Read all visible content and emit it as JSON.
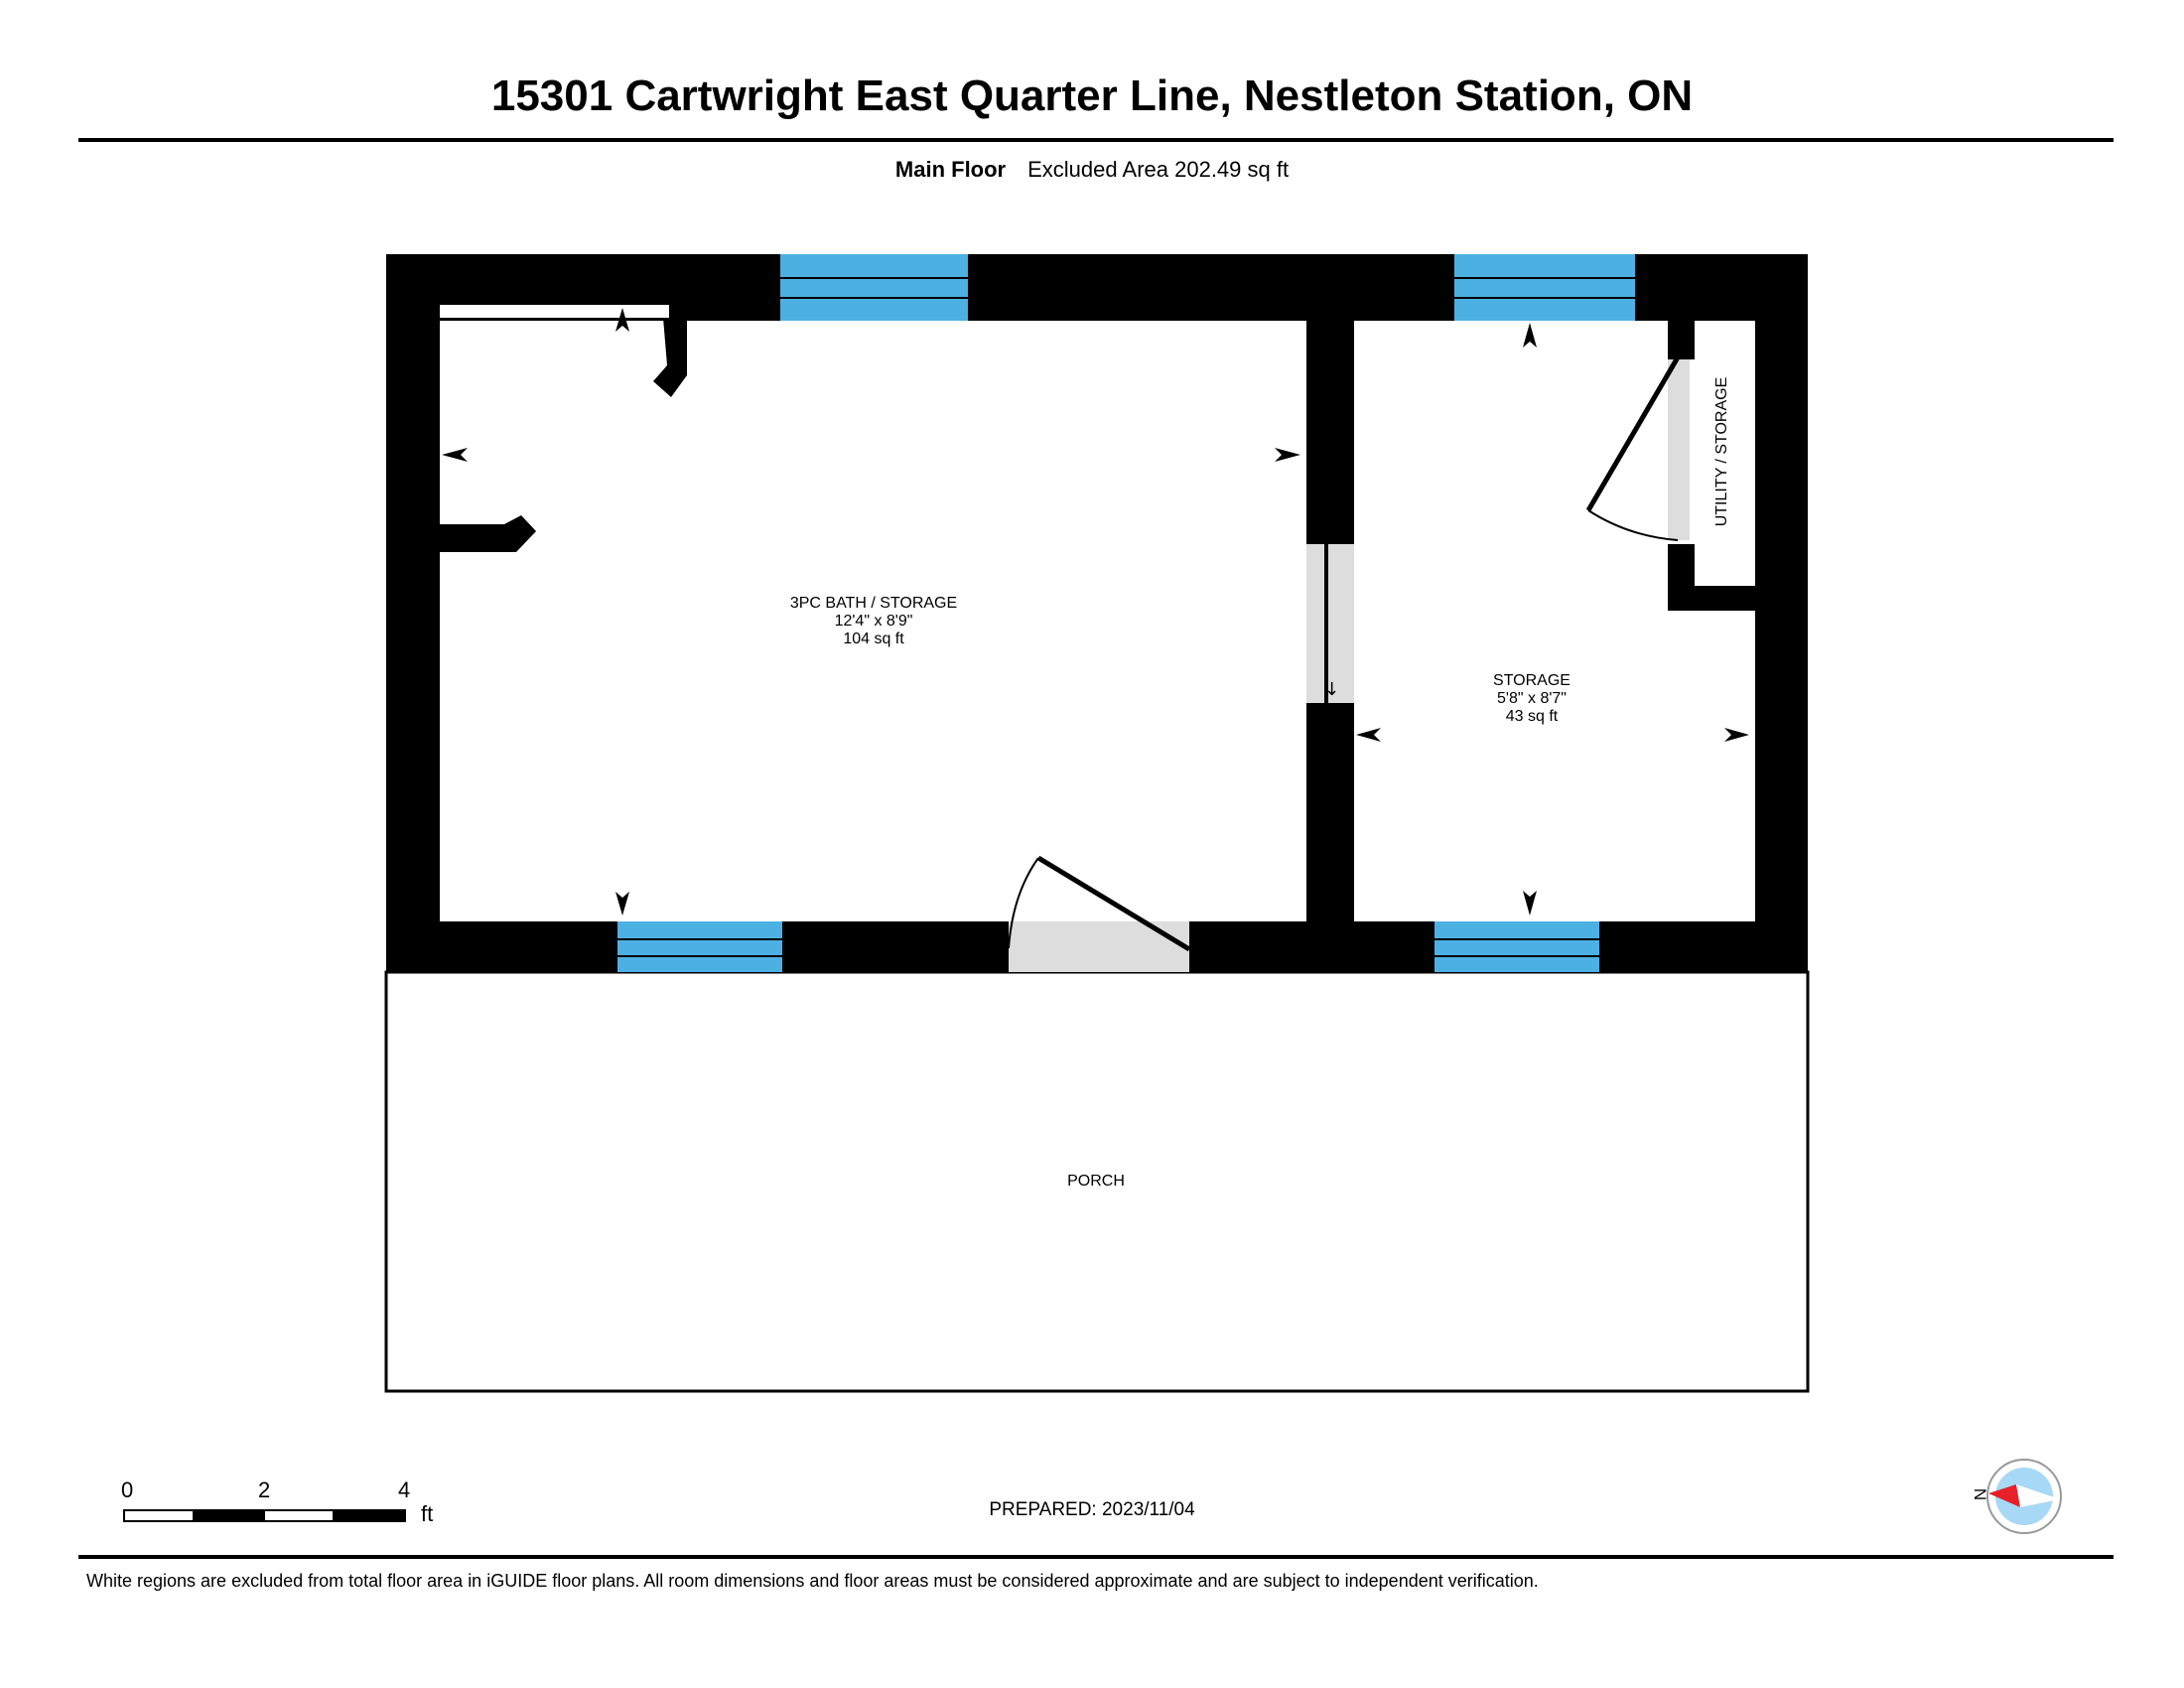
{
  "header": {
    "title": "15301 Cartwright East Quarter Line, Nestleton Station, ON",
    "floor_label": "Main Floor",
    "excluded_area": "Excluded Area 202.49 sq ft"
  },
  "rooms": {
    "bath": {
      "name": "3PC BATH / STORAGE",
      "dims": "12'4\" x 8'9\"",
      "area": "104 sq ft"
    },
    "storage": {
      "name": "STORAGE",
      "dims": "5'8\" x 8'7\"",
      "area": "43 sq ft"
    },
    "utility": {
      "name": "UTILITY / STORAGE"
    },
    "porch": {
      "name": "PORCH"
    }
  },
  "scale_bar": {
    "ticks": [
      "0",
      "2",
      "4"
    ],
    "unit": "ft"
  },
  "compass": {
    "label": "N"
  },
  "prepared": "PREPARED: 2023/11/04",
  "footnote": "White regions are excluded from total floor area in iGUIDE floor plans. All room dimensions and floor areas must be considered approximate and are subject to independent verification.",
  "colors": {
    "wall": "#000000",
    "window": "#4db0e3",
    "door_swing_fill": "#dddddd",
    "compass_red": "#e8202a",
    "compass_blue": "#a7d8f5"
  }
}
